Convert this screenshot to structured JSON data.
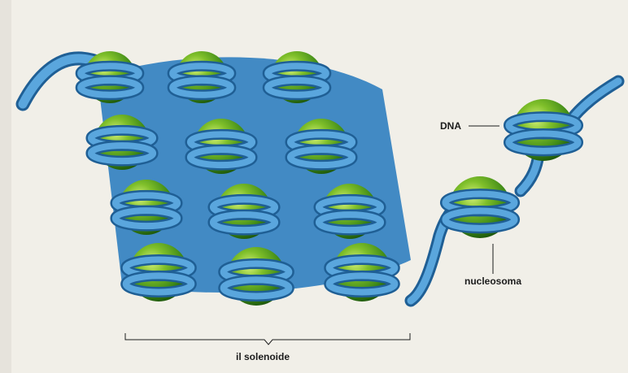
{
  "labels": {
    "dna": "DNA",
    "nucleosome": "nucleosoma",
    "solenoid": "il solenoide"
  },
  "colors": {
    "background": "#f1efe8",
    "dna_strand": "#5aa6dd",
    "dna_strand_dark": "#1f5f95",
    "histone_core": "#4f9a1c",
    "histone_highlight": "#c9ec6e",
    "solenoid_shadow": "#2f7ec0"
  }
}
